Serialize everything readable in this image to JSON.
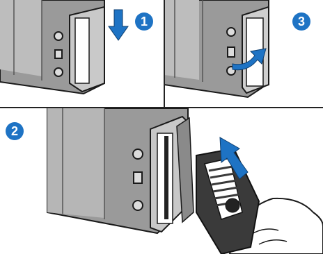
{
  "steps": [
    {
      "number": "1",
      "icon": "arrow-down-icon"
    },
    {
      "number": "2",
      "icon": "arrow-insert-icon"
    },
    {
      "number": "3",
      "icon": "curved-arrow-icon"
    }
  ],
  "colors": {
    "body_gray": "#9a9a9a",
    "body_dark": "#6e6e6e",
    "accent_blue": "#1e73c4",
    "outline": "#1a1a1a"
  }
}
